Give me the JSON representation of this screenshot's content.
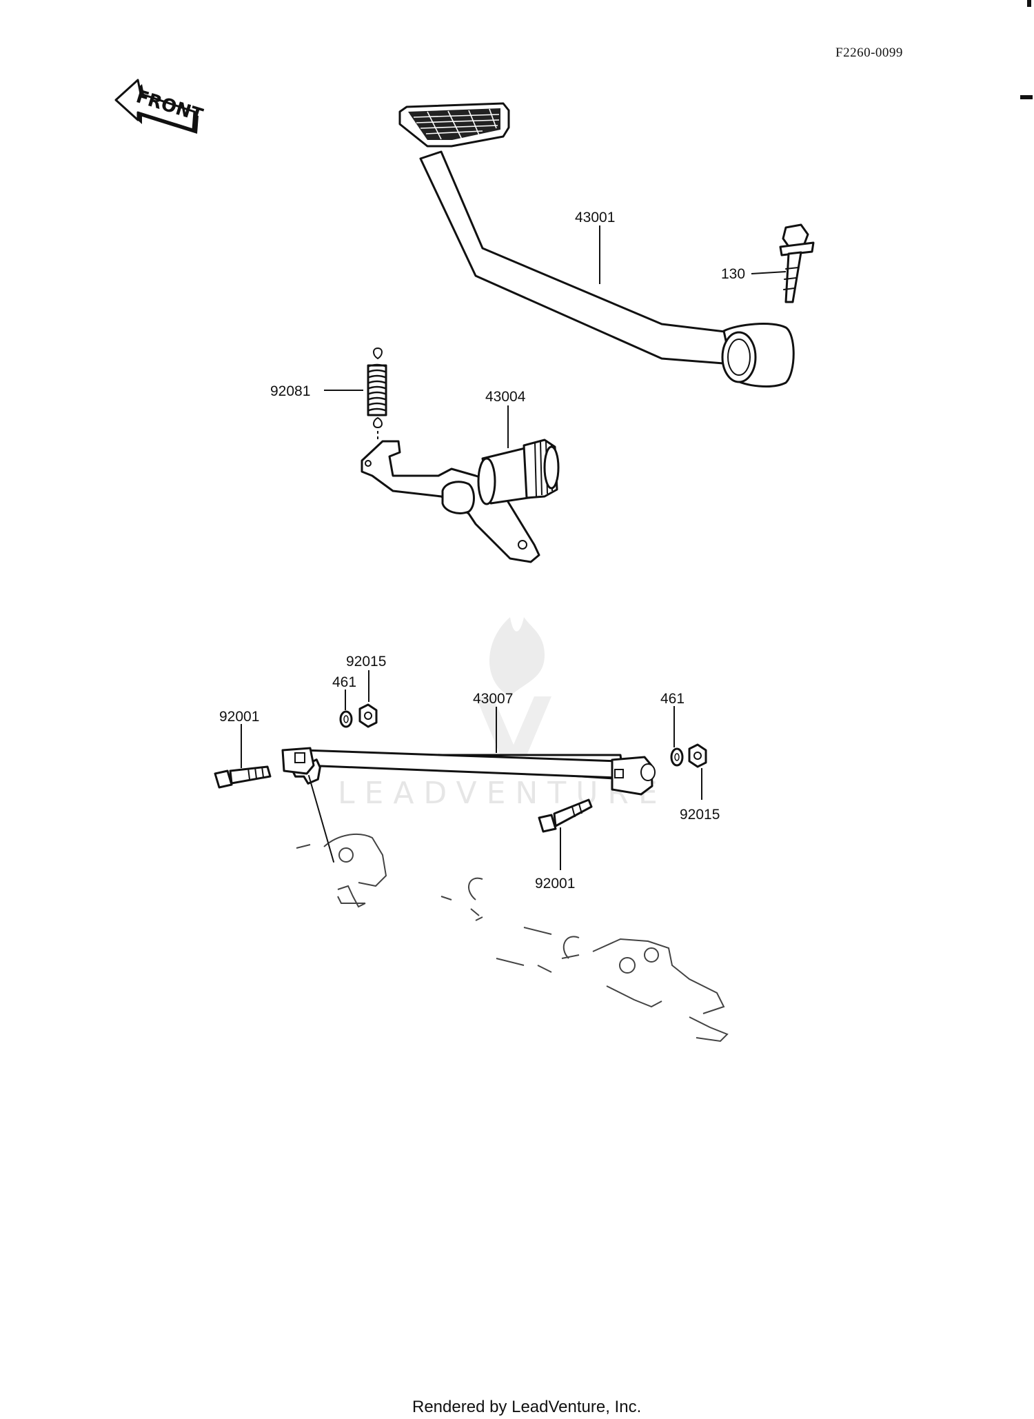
{
  "header": {
    "diagram_code": "F2260-0099"
  },
  "orientation": {
    "front_label": "FRONT"
  },
  "callouts": {
    "brake_pedal": "43001",
    "pedal_bolt": "130",
    "return_spring": "92081",
    "brake_lever_shaft": "43004",
    "brake_rod": "43007",
    "rod_nut_left": "92015",
    "rod_washer_left": "461",
    "rod_bolt_left": "92001",
    "rod_washer_right": "461",
    "rod_nut_right": "92015",
    "rod_bolt_right": "92001"
  },
  "watermark": {
    "text": "LEADVENTURE"
  },
  "footer": {
    "rendered_by": "Rendered by LeadVenture, Inc."
  }
}
